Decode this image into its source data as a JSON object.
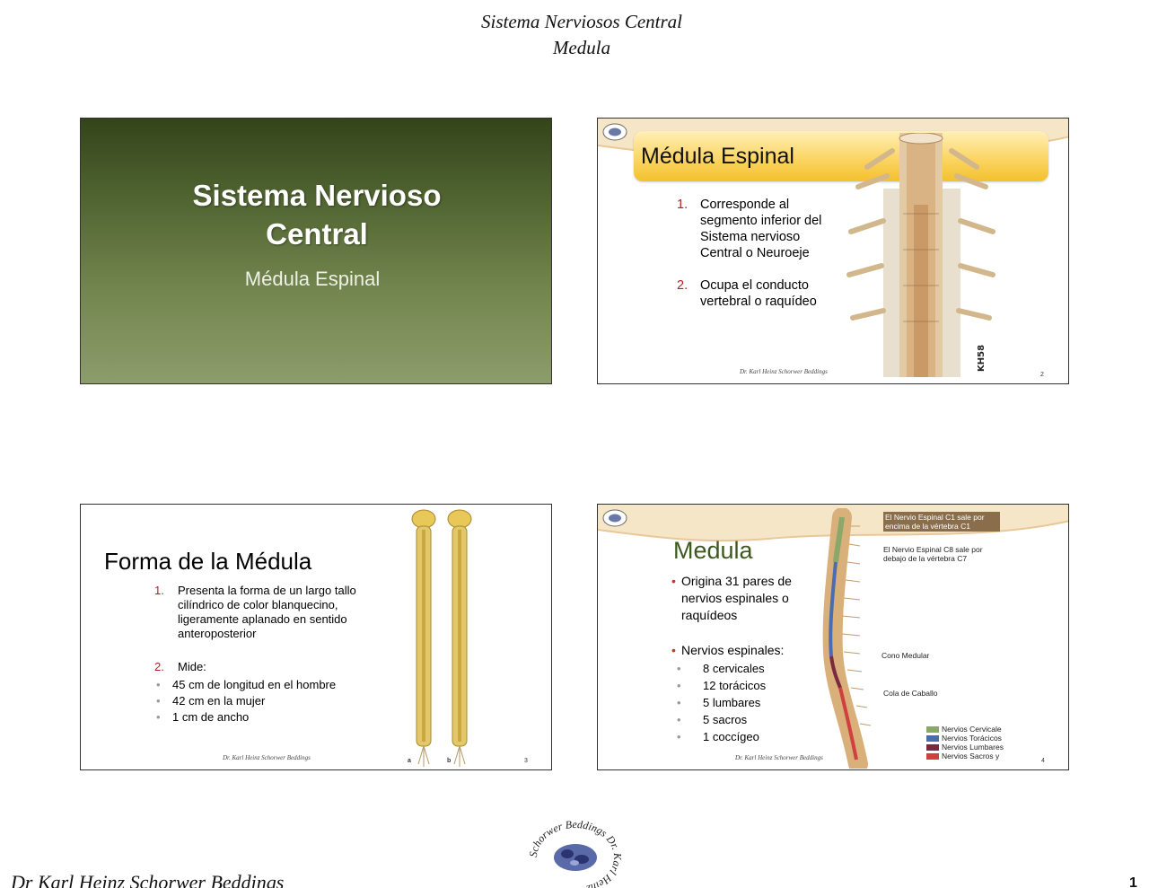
{
  "header": {
    "line1": "Sistema Nerviosos Central",
    "line2": "Medula"
  },
  "slide1": {
    "title_line1": "Sistema Nervioso",
    "title_line2": "Central",
    "subtitle": "Médula Espinal"
  },
  "slide2": {
    "title": "Médula Espinal",
    "items": [
      {
        "num": "1.",
        "text": "Corresponde al segmento inferior del Sistema nervioso Central o Neuroeje"
      },
      {
        "num": "2.",
        "text": "Ocupa el conducto vertebral o raquídeo"
      }
    ],
    "footer": "Dr. Karl Heinz Schorwer Beddings",
    "page": "2"
  },
  "slide3": {
    "title": "Forma de la Médula",
    "item1": {
      "num": "1.",
      "text": "Presenta la forma de un largo tallo cilíndrico de color blanquecino, ligeramente aplanado en sentido anteroposterior"
    },
    "item2": {
      "num": "2.",
      "text": "Mide:"
    },
    "bullets": [
      "45 cm de longitud en el hombre",
      "42 cm en la mujer",
      "1 cm de ancho"
    ],
    "fig_labels": [
      "a",
      "b"
    ],
    "footer": "Dr. Karl Heinz Schorwer Beddings",
    "page": "3"
  },
  "slide4": {
    "title": "Medula",
    "item1": "Origina 31 pares de nervios espinales o raquídeos",
    "item2": "Nervios espinales:",
    "bullets": [
      "8 cervicales",
      "12 torácicos",
      "5 lumbares",
      "5 sacros",
      "1 coccígeo"
    ],
    "fig": {
      "c1": "El Nervio Espinal C1 sale por encima de la vértebra C1",
      "c8": "El Nervio Espinal C8 sale por debajo de la vértebra C7",
      "cono": "Cono Medular",
      "cola": "Cola de Caballo",
      "legend": [
        {
          "label": "Nervios Cervicale",
          "color": "#8aa86a"
        },
        {
          "label": "Nervios Torácicos",
          "color": "#4a6cb0"
        },
        {
          "label": "Nervios Lumbares",
          "color": "#7a2a40"
        },
        {
          "label": "Nervios Sacros y",
          "color": "#d04040"
        }
      ]
    },
    "footer": "Dr. Karl Heinz Schorwer Beddings",
    "page": "4"
  },
  "bottom": {
    "author": "Dr Karl Heinz Schorwer Beddings",
    "page": "1",
    "logo_text": "Schorwer Beddings Dr. Karl Heinz"
  }
}
